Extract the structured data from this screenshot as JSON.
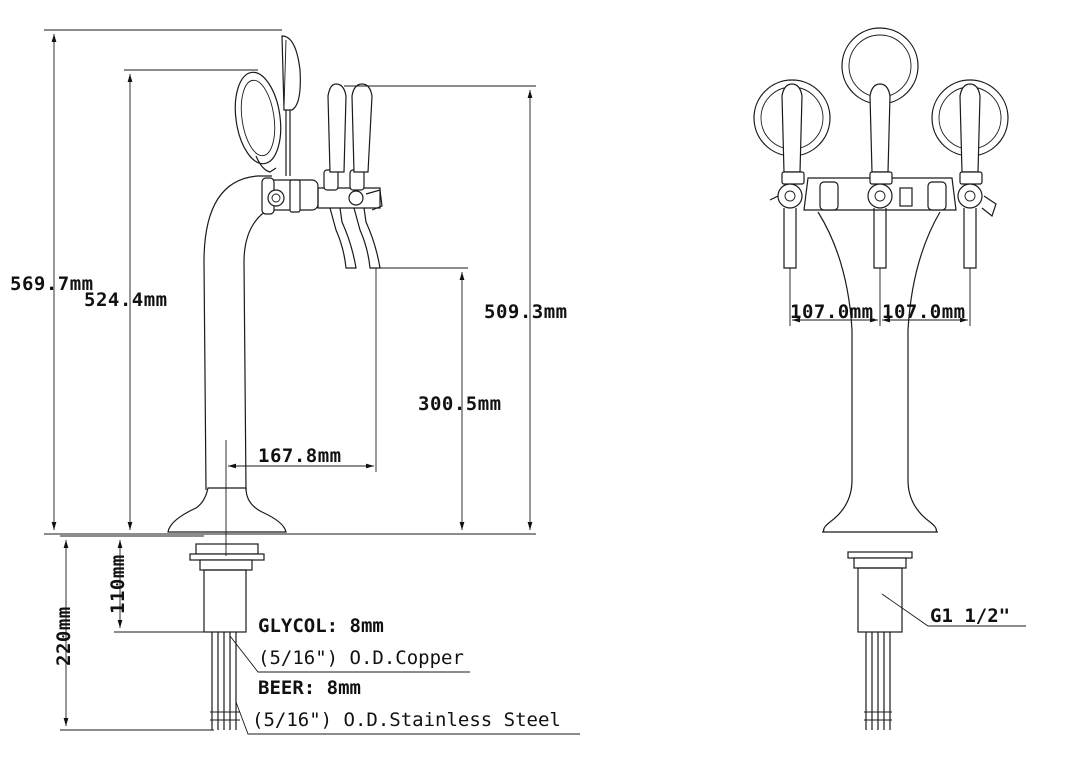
{
  "dimensions": {
    "total_height": "569.7mm",
    "tower_height": "524.4mm",
    "tap_height": "509.3mm",
    "spout_height": "300.5mm",
    "tap_reach": "167.8mm",
    "shank_length": "110mm",
    "line_length": "220mm",
    "tap_spacing_left": "107.0mm",
    "tap_spacing_right": "107.0mm"
  },
  "notes": {
    "glycol_label": "GLYCOL: 8mm",
    "glycol_spec": "(5/16\") O.D.Copper",
    "beer_label": "BEER: 8mm",
    "beer_spec": "(5/16\") O.D.Stainless Steel",
    "thread": "G1 1/2\""
  }
}
